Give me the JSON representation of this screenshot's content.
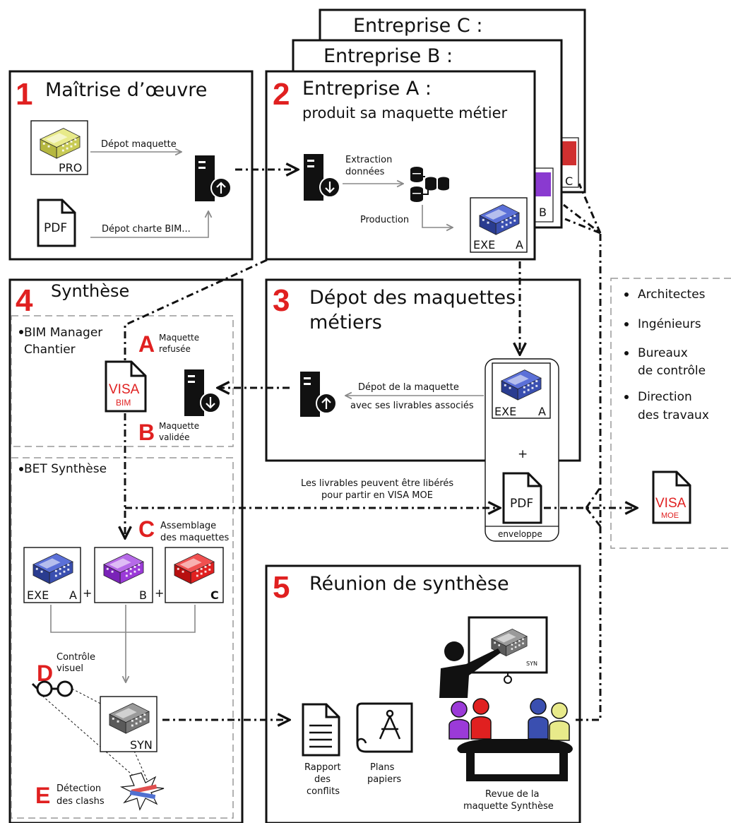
{
  "colors": {
    "accent_red": "#e02020",
    "model_blue": "#3a4fb0",
    "model_purple": "#9b3ad8",
    "model_red": "#e02020",
    "model_gray": "#777777",
    "model_yellow": "#e8ea8a"
  },
  "section1": {
    "number": "1",
    "title": "Maîtrise d’œuvre",
    "pro_label": "PRO",
    "pdf_label": "PDF",
    "arrow_top": "Dépot maquette",
    "arrow_bottom": "Dépot charte BIM..."
  },
  "entreprises": {
    "c_title": "Entreprise C :",
    "b_title": "Entreprise B :",
    "b_tag": "B",
    "c_tag": "C"
  },
  "section2": {
    "number": "2",
    "title": "Entreprise A :",
    "subtitle": "produit sa maquette métier",
    "extraction_1": "Extraction",
    "extraction_2": "données",
    "production": "Production",
    "exe_label": "EXE",
    "exe_tag": "A"
  },
  "section3": {
    "number": "3",
    "title_1": "Dépot des maquettes",
    "title_2": "métiers",
    "depot_1": "Dépot de la maquette",
    "depot_2": "avec ses livrables associés",
    "exe_label": "EXE",
    "exe_tag": "A",
    "plus": "+",
    "pdf_label": "PDF",
    "envelope": "enveloppe"
  },
  "liberes": {
    "line_1": "Les livrables peuvent être libérés",
    "line_2": "pour  partir en VISA MOE"
  },
  "section4": {
    "number": "4",
    "title": "Synthèse",
    "bim_manager_1": "BIM Manager",
    "bim_manager_2": "Chantier",
    "visa_1": "VISA",
    "visa_2": "BIM",
    "a_letter": "A",
    "a_text_1": "Maquette",
    "a_text_2": "refusée",
    "b_letter": "B",
    "b_text_1": "Maquette",
    "b_text_2": "validée",
    "bet": "BET Synthèse",
    "c_letter": "C",
    "c_text_1": "Assemblage",
    "c_text_2": "des maquettes",
    "model_a_label": "EXE",
    "model_a_tag": "A",
    "model_b_tag": "B",
    "model_c_tag": "C",
    "plus": "+",
    "d_letter": "D",
    "d_text_1": "Contrôle",
    "d_text_2": "visuel",
    "syn_label": "SYN",
    "e_letter": "E",
    "e_text_1": "Détection",
    "e_text_2": "des clashs"
  },
  "section5": {
    "number": "5",
    "title": "Réunion de synthèse",
    "screen_label": "SYN",
    "rapport": [
      "Rapport",
      "des",
      "conflits"
    ],
    "plans": [
      "Plans",
      "papiers"
    ],
    "revue": [
      "Revue de la",
      "maquette  Synthèse"
    ]
  },
  "audience": {
    "items": [
      "Architectes",
      "Ingénieurs",
      "Bureaux",
      "de contrôle",
      "Direction",
      "des travaux"
    ]
  },
  "visa_moe": {
    "line_1": "VISA",
    "line_2": "MOE"
  }
}
